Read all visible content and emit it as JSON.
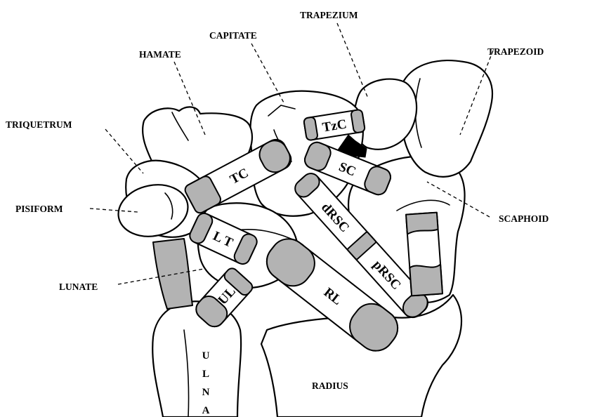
{
  "colors": {
    "ligament_fill": "#b3b3b3",
    "outline": "#000000",
    "background": "#ffffff"
  },
  "bone_labels": {
    "trapezium": "TRAPEZIUM",
    "capitate": "CAPITATE",
    "hamate": "HAMATE",
    "trapezoid": "TRAPEZOID",
    "triquetrum": "TRIQUETRUM",
    "pisiform": "PISIFORM",
    "scaphoid": "SCAPHOID",
    "lunate": "LUNATE",
    "radius": "RADIUS",
    "ulna_letters": [
      "U",
      "L",
      "N",
      "A"
    ]
  },
  "ligament_labels": {
    "tzc": "TzC",
    "sc": "SC",
    "tc": "TC",
    "drsc": "dRSC",
    "prsc": "pRSC",
    "lt": "L T",
    "ul": "UL",
    "rl": "RL"
  }
}
